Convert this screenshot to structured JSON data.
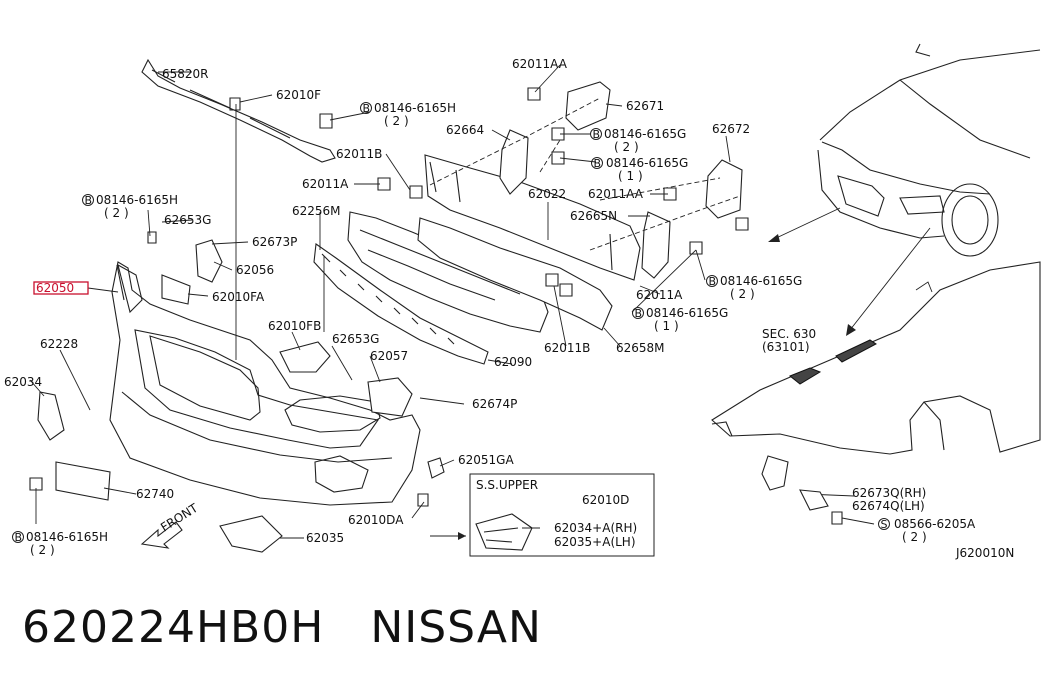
{
  "part_labels": {
    "p65820R": "65820R",
    "p62010F": "62010F",
    "b1": "08146-6165H",
    "b1q": "( 2 )",
    "p62011AA_top": "62011AA",
    "p62671": "62671",
    "p62664": "62664",
    "b2": "08146-6165G",
    "b2q": "( 2 )",
    "p62672": "62672",
    "p62011B_top": "62011B",
    "p62011A_top": "62011A",
    "b3": "08146-6165G",
    "b3q": "( 1 )",
    "p62022": "62022",
    "p62011AA_mid": "62011AA",
    "b4": "08146-6165H",
    "b4q": "( 2 )",
    "p62653G_top": "62653G",
    "p62256M": "62256M",
    "p62665N": "62665N",
    "p62673P": "62673P",
    "p62056": "62056",
    "p62050": "62050",
    "b5": "08146-6165G",
    "b5q": "( 2 )",
    "p62010FA": "62010FA",
    "p62011A_mid": "62011A",
    "b6": "08146-6165G",
    "b6q": "( 1 )",
    "p62010FB": "62010FB",
    "p62228": "62228",
    "p62653G_mid": "62653G",
    "p62011B_mid": "62011B",
    "p62658M": "62658M",
    "p62057": "62057",
    "p62090": "62090",
    "p62034": "62034",
    "p62674P": "62674P",
    "sec630": "SEC. 630",
    "sec630b": "(63101)",
    "p62051GA": "62051GA",
    "p62740": "62740",
    "ssupper": "S.S.UPPER",
    "p62010D": "62010D",
    "p62010DA": "62010DA",
    "p62034AR": "62034+A(RH)",
    "p62035AL": "62035+A(LH)",
    "p62673Q": "62673Q(RH)",
    "p62674Q": "62674Q(LH)",
    "s1": "08566-6205A",
    "s1q": "( 2 )",
    "b7": "08146-6165H",
    "b7q": "( 2 )",
    "front": "FRONT",
    "p62035": "62035",
    "diagram_code": "J620010N"
  },
  "caption": {
    "part_number": "620224HB0H",
    "brand": "NISSAN"
  },
  "colors": {
    "highlight": "#c8102e",
    "line": "#222222"
  }
}
